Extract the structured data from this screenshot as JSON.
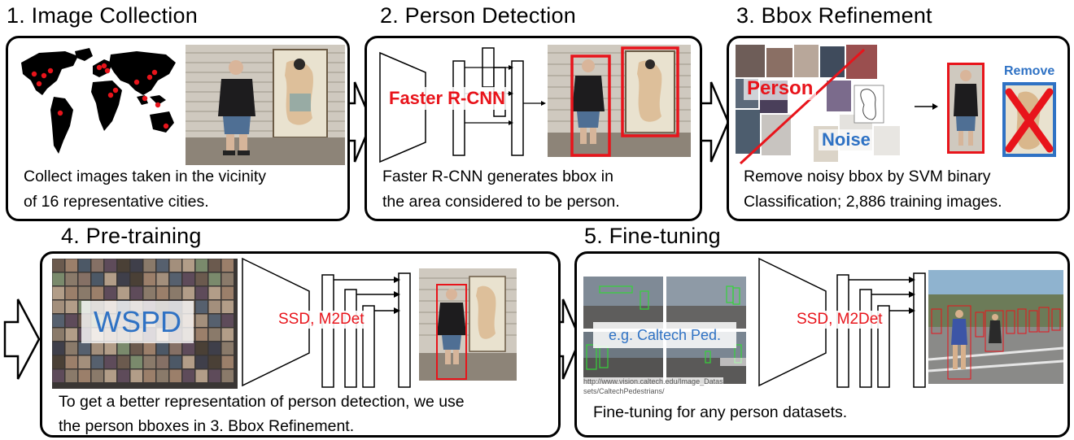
{
  "colors": {
    "red": "#e8141b",
    "blue": "#2f72c4",
    "green": "#35d43a",
    "border": "#000000"
  },
  "stages": {
    "s1": {
      "title": "1. Image Collection",
      "caption_line1": "Collect images taken in the vicinity",
      "caption_line2": "of 16 representative cities."
    },
    "s2": {
      "title": "2. Person Detection",
      "model_label": "Faster R-CNN",
      "caption_line1": "Faster R-CNN generates bbox in",
      "caption_line2": "the area considered to be person."
    },
    "s3": {
      "title": "3. Bbox Refinement",
      "person_label": "Person",
      "noise_label": "Noise",
      "remove_label": "Remove",
      "caption_line1": "Remove noisy bbox by SVM binary",
      "caption_line2": "Classification; 2,886 training images."
    },
    "s4": {
      "title": "4. Pre-training",
      "dataset_label": "WSPD",
      "model_label": "SSD, M2Det",
      "caption_line1": "To get a better representation of person detection, we use",
      "caption_line2": "the person bboxes in 3. Bbox Refinement."
    },
    "s5": {
      "title": "5. Fine-tuning",
      "dataset_label": "e.g. Caltech Ped.",
      "source_line1": "http://www.vision.caltech.edu/Image_Datas",
      "source_line2": "sets/CaltechPedestrians/",
      "model_label": "SSD, M2Det",
      "caption_line1": "Fine-tuning for any person datasets."
    }
  }
}
